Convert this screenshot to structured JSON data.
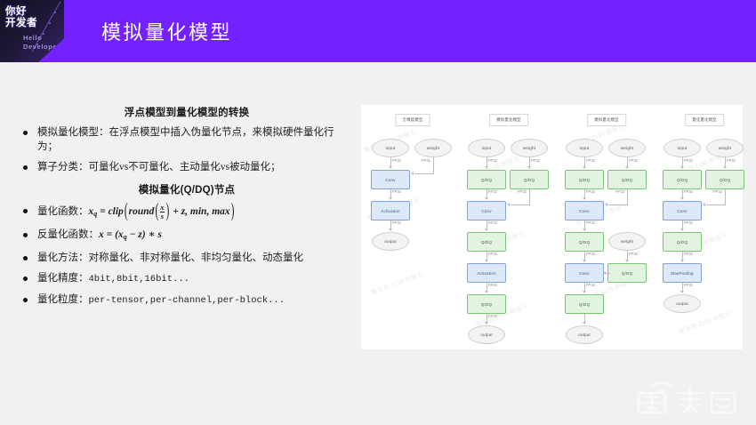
{
  "slide": {
    "background_color": "#f1f1f1",
    "header_color": "#7322ff",
    "title": "模拟量化模型"
  },
  "logo": {
    "name": "hello-developer-logo",
    "chinese_line1": "你好",
    "chinese_line2": "开发者",
    "english_line1": "Hello",
    "english_line2": "Developer"
  },
  "content": {
    "section1_heading": "浮点模型到量化模型的转换",
    "section1_bullets": [
      "模拟量化模型：在浮点模型中插入伪量化节点，来模拟硬件量化行为；",
      "算子分类：可量化vs不可量化、主动量化vs被动量化；"
    ],
    "section2_heading": "模拟量化(Q/DQ)节点",
    "section2_bullets": [
      {
        "label": "量化函数：",
        "formula_text": "x_q = clip( round( x/s ) + z, min, max )"
      },
      {
        "label": "反量化函数：",
        "formula_text": "x = (x_q - z) * s"
      },
      {
        "label": "量化方法：",
        "value": "对称量化、非对称量化、非均匀量化、动态量化"
      },
      {
        "label": "量化精度：",
        "value": "4bit,8bit,16bit..."
      },
      {
        "label": "量化粒度：",
        "value": "per-tensor,per-channel,per-block..."
      }
    ],
    "formula_parts": {
      "q_lhs": "x",
      "q_lhs_sub": "q",
      "q_eq": "=",
      "q_clip": "clip",
      "q_round": "round",
      "q_num": "x",
      "q_den": "s",
      "q_tail": "+ z, min, max",
      "dq_lhs": "x",
      "dq_eq": "=",
      "dq_open": "(",
      "dq_xq": "x",
      "dq_xq_sub": "q",
      "dq_minus": "− z",
      "dq_close": ")",
      "dq_mul": "∗ s"
    }
  },
  "diagram": {
    "panel_background": "#ffffff",
    "node_colors": {
      "blue_fill": "#dde8f8",
      "blue_border": "#82a4d6",
      "green_fill": "#e3f3e1",
      "green_border": "#7cc576",
      "gray_fill": "#f3f3f3",
      "gray_border": "#cfcfcf"
    },
    "edge_label": "FP32",
    "watermark_text": "智东西 2195 新智元",
    "columns": [
      {
        "title": "全精度模型",
        "nodes": [
          "input",
          "weight",
          "Conv",
          "Activation",
          "output"
        ]
      },
      {
        "title": "模拟量化模型",
        "nodes": [
          "input",
          "weight",
          "Q/DQ",
          "Q/DQ",
          "Conv",
          "Q/DQ",
          "Activation",
          "Q/DQ",
          "output"
        ]
      },
      {
        "title": "模拟量化模型",
        "nodes": [
          "input",
          "weight",
          "Q/DQ",
          "Q/DQ",
          "Conv",
          "Q/DQ",
          "weight",
          "Conv",
          "Q/DQ",
          "Q/DQ",
          "output"
        ]
      },
      {
        "title": "量化量化模型",
        "nodes": [
          "input",
          "weight",
          "Q/DQ",
          "Q/DQ",
          "Conv",
          "Q/DQ",
          "MaxPooling",
          "output"
        ]
      }
    ]
  },
  "footer": {
    "watermark_name": "chedongxi-logo",
    "watermark_text": "车东西"
  }
}
